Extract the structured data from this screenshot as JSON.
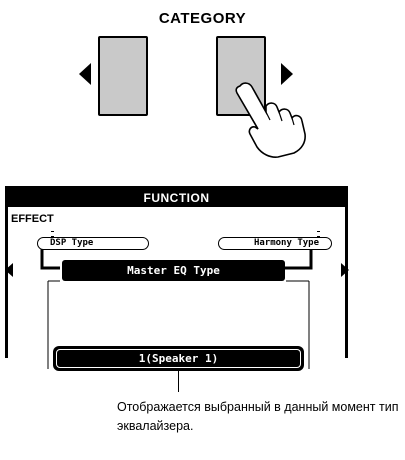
{
  "category": {
    "title": "CATEGORY"
  },
  "lcd": {
    "function_label": "FUNCTION",
    "effect_label": "EFFECT",
    "dsp_type_label": "DSP Type",
    "harmony_type_label": "Harmony Type",
    "master_eq_label": "Master EQ Type",
    "current_value": "1(Speaker 1)"
  },
  "callout": {
    "text": "Отображается выбранный в данный момент тип эквалайзера."
  }
}
